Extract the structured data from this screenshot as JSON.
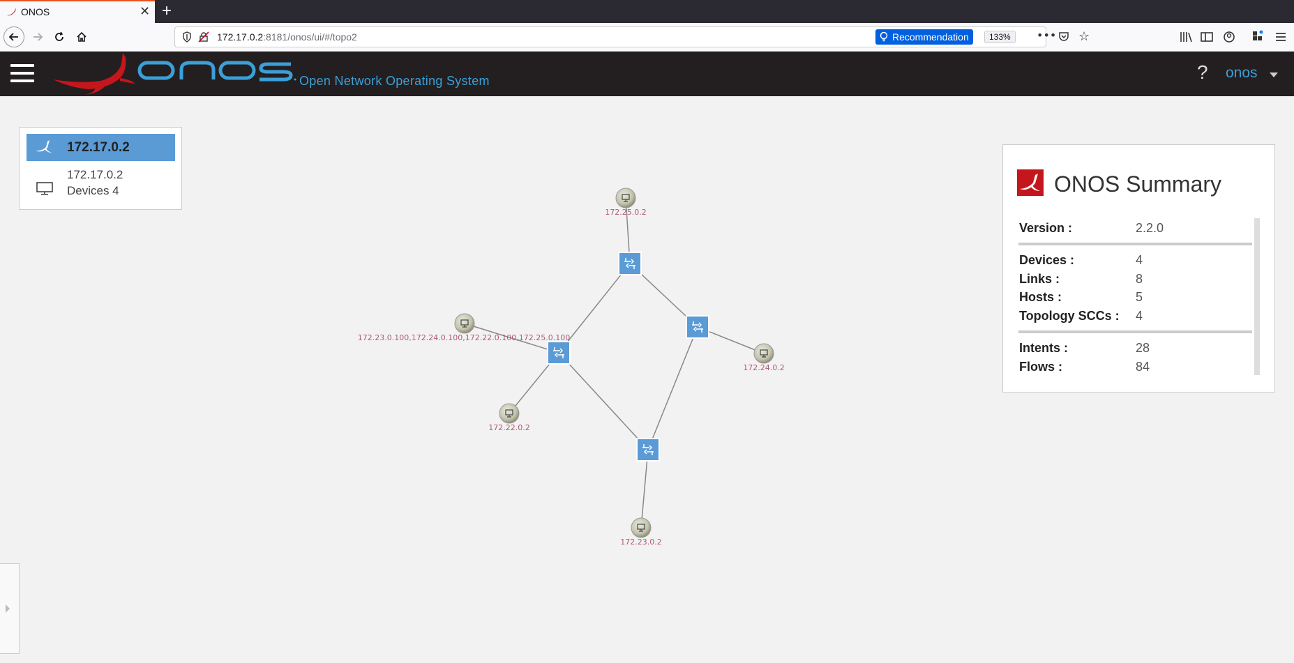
{
  "browser": {
    "tab_title": "ONOS",
    "url_host": "172.17.0.2",
    "url_rest": ":8181/onos/ui/#/topo2",
    "recommendation": "Recommendation",
    "zoom": "133%"
  },
  "header": {
    "app_name": "onos",
    "subtitle": "Open Network Operating System",
    "help": "?",
    "user": "onos"
  },
  "cluster": {
    "title": "172.17.0.2",
    "node_ip": "172.17.0.2",
    "devices_text": "Devices 4"
  },
  "summary": {
    "title": "ONOS Summary",
    "version_label": "Version :",
    "version": "2.2.0",
    "devices_label": "Devices :",
    "devices": "4",
    "links_label": "Links :",
    "links": "8",
    "hosts_label": "Hosts :",
    "hosts": "5",
    "scc_label": "Topology SCCs :",
    "scc": "4",
    "intents_label": "Intents :",
    "intents": "28",
    "flows_label": "Flows :",
    "flows": "84"
  },
  "topology": {
    "hosts": [
      {
        "id": "h-top",
        "label": "172.25.0.2"
      },
      {
        "id": "h-left",
        "label": "172.23.0.100,172.24.0.100,172.22.0.100,172.25.0.100"
      },
      {
        "id": "h-right",
        "label": "172.24.0.2"
      },
      {
        "id": "h-bl",
        "label": "172.22.0.2"
      },
      {
        "id": "h-bottom",
        "label": "172.23.0.2"
      }
    ],
    "switch_color": "#5b9bd5",
    "host_color": "#c8c8b4",
    "host_label_color": "#b15a73"
  }
}
